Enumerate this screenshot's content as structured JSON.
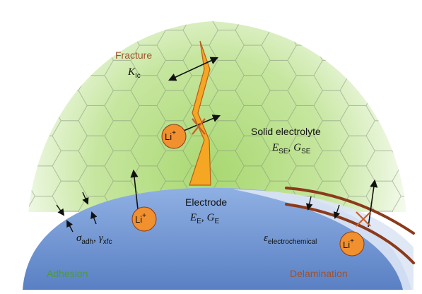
{
  "labels": {
    "fracture": "Fracture",
    "k_symbol": "K",
    "k_sub": "Ic",
    "solid_electrolyte": "Solid electrolyte",
    "e_se_symbol": "E",
    "e_se_sub": "SE",
    "g_se_symbol": "G",
    "g_se_sub": "SE",
    "electrode": "Electrode",
    "e_e_symbol": "E",
    "e_e_sub": "E",
    "g_e_symbol": "G",
    "g_e_sub": "E",
    "sigma_symbol": "σ",
    "sigma_sub": "adh",
    "gamma_symbol": "γ",
    "gamma_sub": "xfc",
    "epsilon_symbol": "ε",
    "epsilon_sub": "electrochemical",
    "adhesion": "Adhesion",
    "delamination": "Delamination",
    "comma": ","
  },
  "ions": {
    "text": "Li",
    "charge": "+"
  },
  "colors": {
    "adhesion_text": "#4a9a3c",
    "delamination_text": "#a0522d",
    "fracture_text": "#a0522d",
    "electrode_fill": "#6f94cf",
    "ion_fill": "#f0902e",
    "crack_fill": "#f5a623",
    "block_mark": "#c8602a",
    "layer_line": "#8b3a1a"
  }
}
